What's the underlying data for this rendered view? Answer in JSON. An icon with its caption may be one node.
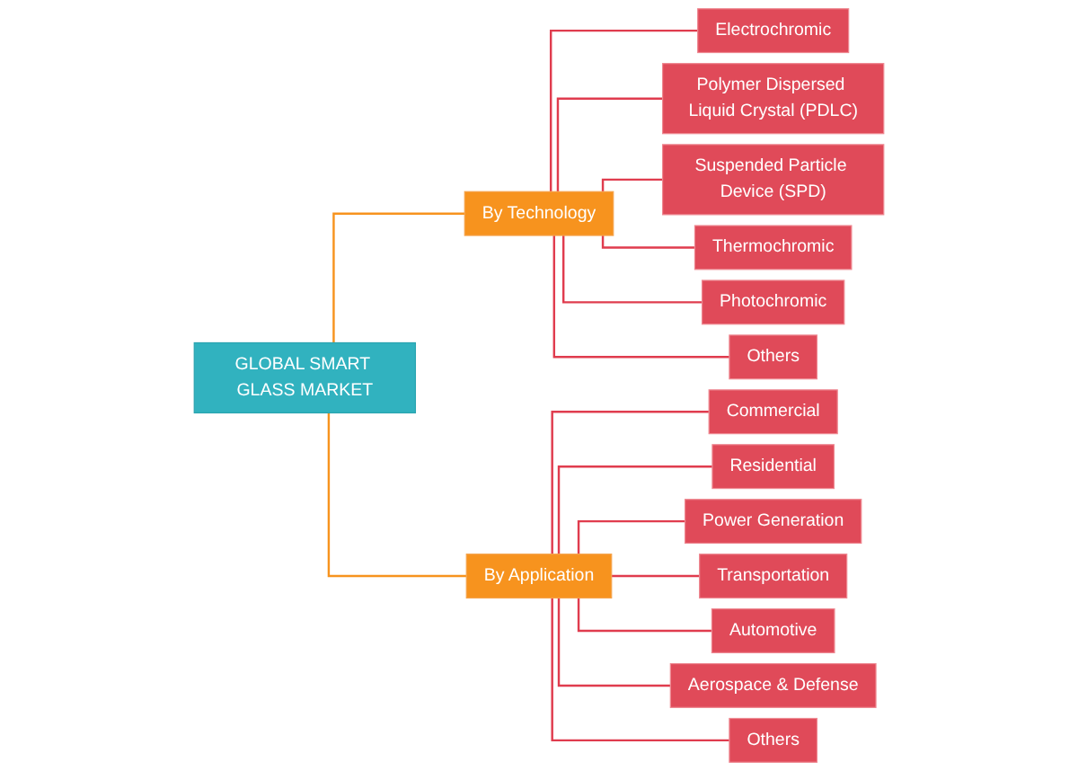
{
  "diagram": {
    "nodes": [
      {
        "text": [
          "GLOBAL SMART GLASS MARKET"
        ]
      },
      {
        "text": [
          "By Technology"
        ]
      },
      {
        "text": [
          "By Application"
        ]
      },
      {
        "text": [
          "Electrochromic"
        ]
      },
      {
        "text": [
          "Polymer Dispersed Liquid Crystal (PDLC)"
        ]
      },
      {
        "text": [
          "Suspended Particle Device (SPD)"
        ]
      },
      {
        "text": [
          "Thermochromic"
        ]
      },
      {
        "text": [
          "Photochromic"
        ]
      },
      {
        "text": [
          "Others"
        ]
      },
      {
        "text": [
          "Commercial"
        ]
      },
      {
        "text": [
          "Residential"
        ]
      },
      {
        "text": [
          "Power Generation"
        ]
      },
      {
        "text": [
          "Transportation"
        ]
      },
      {
        "text": [
          "Automotive"
        ]
      },
      {
        "text": [
          "Aerospace & Defense"
        ]
      },
      {
        "text": [
          "Others"
        ]
      }
    ],
    "edges": [
      {
        "from": 0,
        "to": 1,
        "arrow": "none",
        "color": "#f7931e"
      },
      {
        "from": 0,
        "to": 2,
        "arrow": "none",
        "color": "#f7931e"
      },
      {
        "from": 1,
        "to": 3,
        "arrow": "none"
      },
      {
        "from": 1,
        "to": 4,
        "arrow": "none"
      },
      {
        "from": 1,
        "to": 5,
        "arrow": "none"
      },
      {
        "from": 1,
        "to": 6,
        "arrow": "none"
      },
      {
        "from": 1,
        "to": 7,
        "arrow": "none"
      },
      {
        "from": 1,
        "to": 8,
        "arrow": "none"
      },
      {
        "from": 2,
        "to": 9,
        "arrow": "none"
      },
      {
        "from": 2,
        "to": 10,
        "arrow": "none"
      },
      {
        "from": 2,
        "to": 11,
        "arrow": "none"
      },
      {
        "from": 2,
        "to": 12,
        "arrow": "none"
      },
      {
        "from": 2,
        "to": 13,
        "arrow": "none"
      },
      {
        "from": 2,
        "to": 14,
        "arrow": "none"
      },
      {
        "from": 2,
        "to": 15,
        "arrow": "none"
      }
    ]
  }
}
